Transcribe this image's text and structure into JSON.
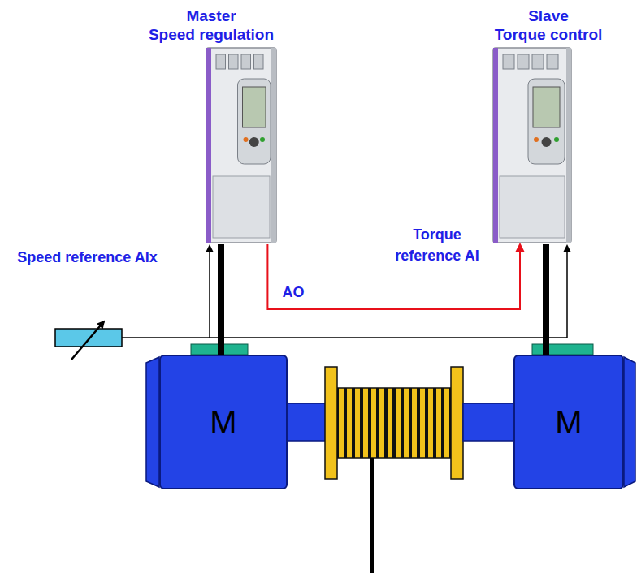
{
  "diagram": {
    "nodes": [
      {
        "text": [
          "Master",
          "Speed regulation"
        ]
      },
      {
        "text": [
          "Slave",
          "Torque control"
        ]
      },
      {
        "text": [
          "M"
        ]
      },
      {
        "text": [
          "M"
        ]
      }
    ],
    "edges": [
      {
        "from": 0,
        "to": 1,
        "arrow": "to",
        "label": "AO"
      },
      {
        "from": 0,
        "to": 2,
        "arrow": "none"
      },
      {
        "from": 1,
        "to": 3,
        "arrow": "none"
      }
    ],
    "labels": [
      "Speed reference AIx",
      "Torque reference AI"
    ]
  }
}
